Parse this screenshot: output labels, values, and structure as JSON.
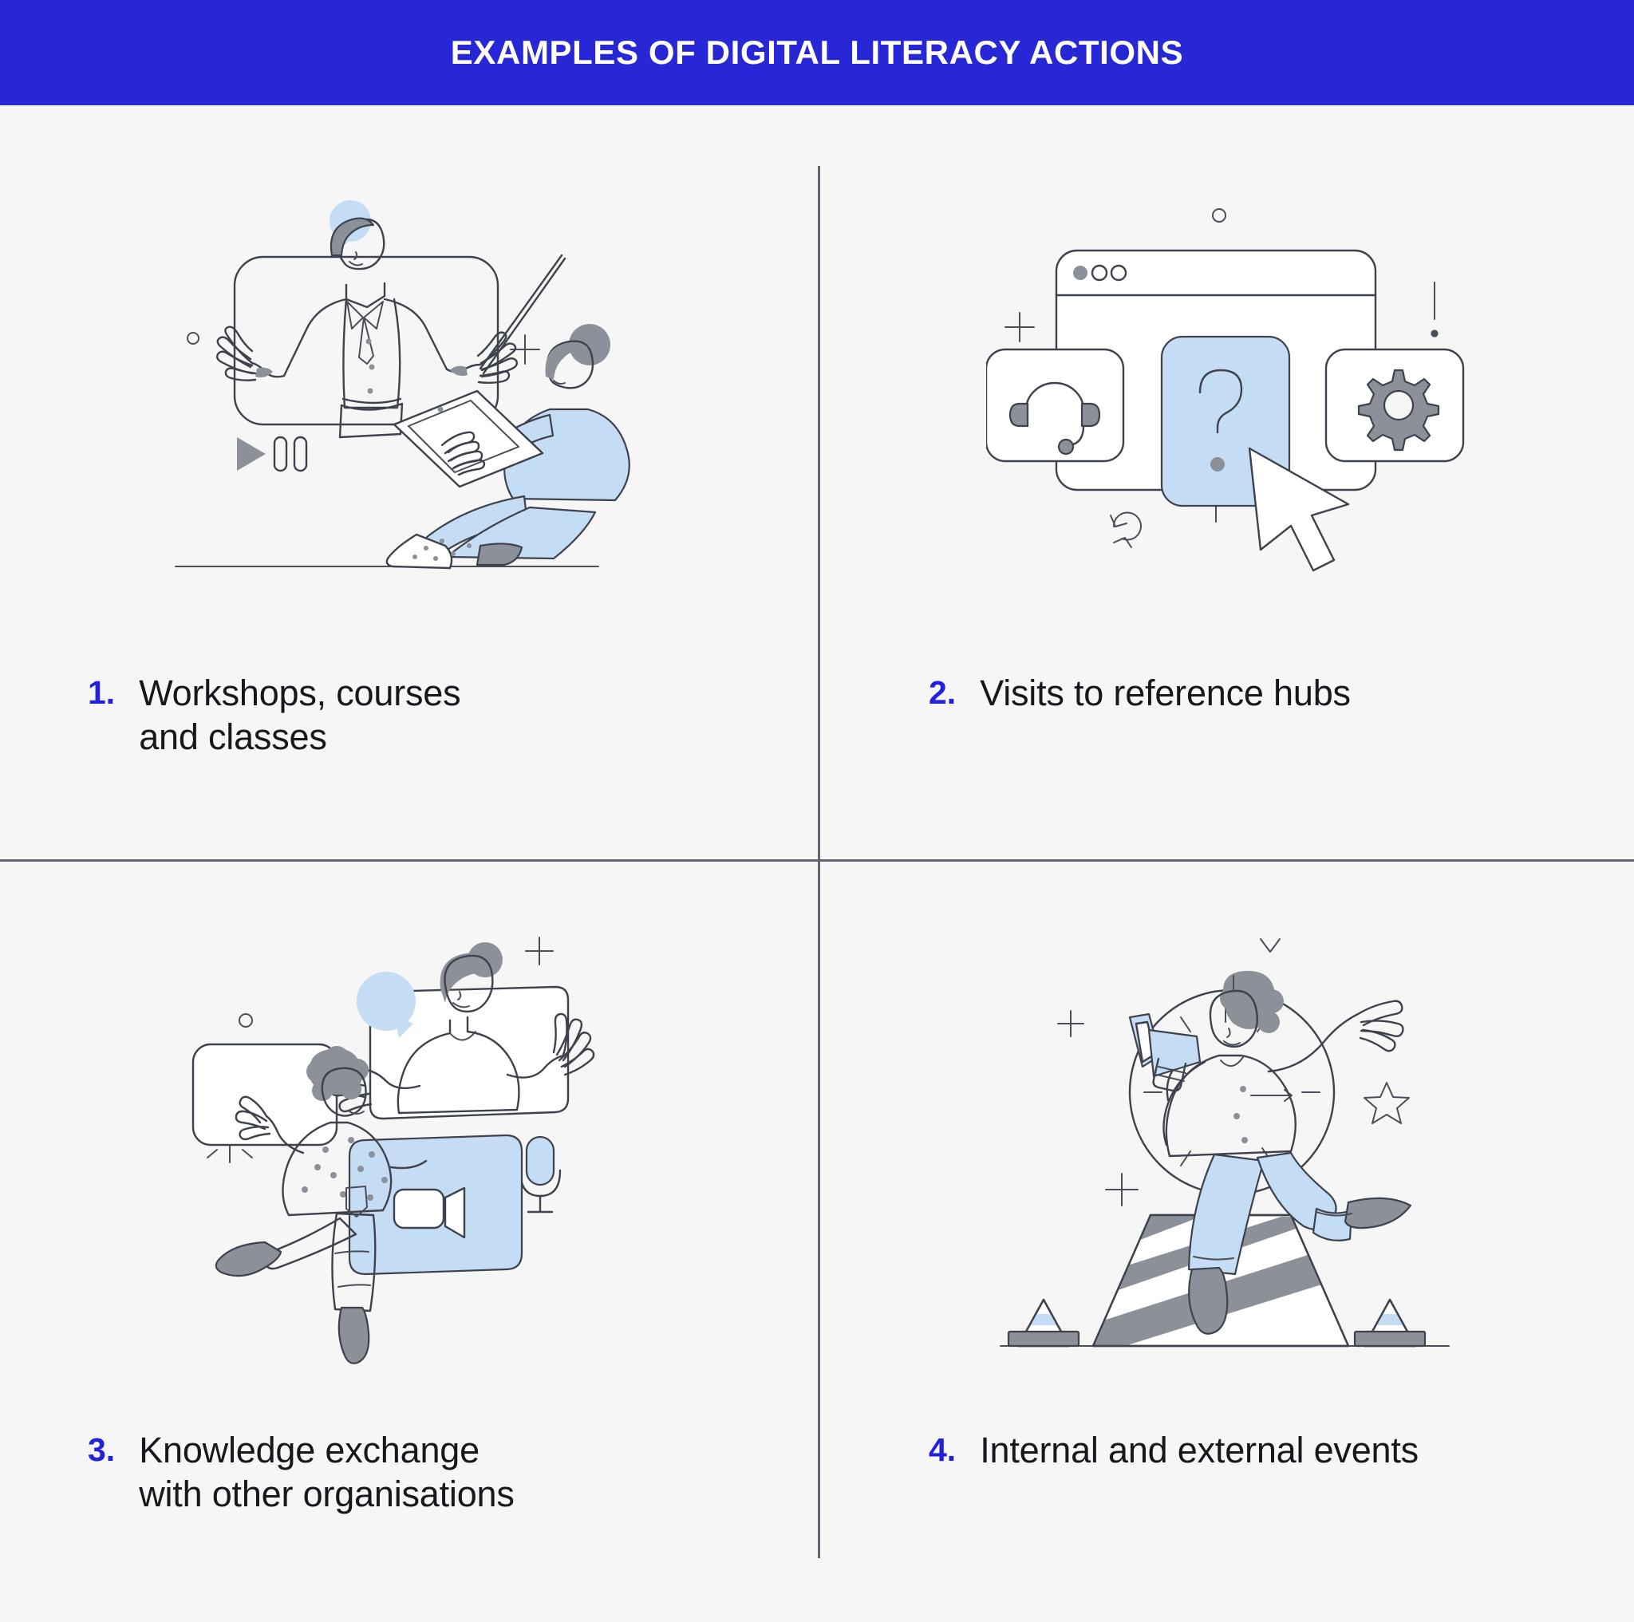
{
  "header": {
    "title": "EXAMPLES OF DIGITAL LITERACY ACTIONS",
    "background_color": "#2727D6",
    "text_color": "#FFFFFF"
  },
  "page": {
    "background_color": "#F6F6F6",
    "divider_color": "#62656F",
    "accent_color": "#2222DD",
    "illustration_blue": "#C5DCF5",
    "illustration_gray": "#8C9098",
    "illustration_ink": "#3E424C"
  },
  "items": [
    {
      "number": "1.",
      "label_lines": [
        "Workshops, courses",
        "and classes"
      ],
      "illustration_name": "online-class-illustration",
      "illustration_elements": [
        "video-screen",
        "presenter-figure",
        "pointer-stick",
        "speech-bubble",
        "play-icon",
        "pause-icon",
        "seated-student-figure",
        "tablet-device",
        "plus-decoration",
        "circle-decoration",
        "ground-line"
      ]
    },
    {
      "number": "2.",
      "label_lines": [
        "Visits to reference hubs"
      ],
      "illustration_name": "reference-hub-illustration",
      "illustration_elements": [
        "browser-window",
        "window-dots",
        "headset-card",
        "question-card",
        "gear-card",
        "cursor-arrow",
        "plus-decoration",
        "circle-decoration",
        "refresh-decoration",
        "exclamation-decoration",
        "crosshair-lines"
      ]
    },
    {
      "number": "3.",
      "label_lines": [
        "Knowledge exchange",
        "with other organisations"
      ],
      "illustration_name": "knowledge-exchange-illustration",
      "illustration_elements": [
        "video-panel-left",
        "video-panel-right",
        "person-curly-hair",
        "person-bun-hair",
        "speech-bubble",
        "camera-card",
        "microphone-icon",
        "sparkle-decoration",
        "plus-decoration",
        "circle-decoration"
      ]
    },
    {
      "number": "4.",
      "label_lines": [
        "Internal and external events"
      ],
      "illustration_name": "events-illustration",
      "illustration_elements": [
        "megaphone",
        "pointing-person",
        "circle-backdrop",
        "striped-barrier",
        "traffic-cone-left",
        "traffic-cone-right",
        "star-decoration",
        "plus-decoration",
        "chevron-decoration",
        "arrow-decoration",
        "ground-line"
      ]
    }
  ]
}
